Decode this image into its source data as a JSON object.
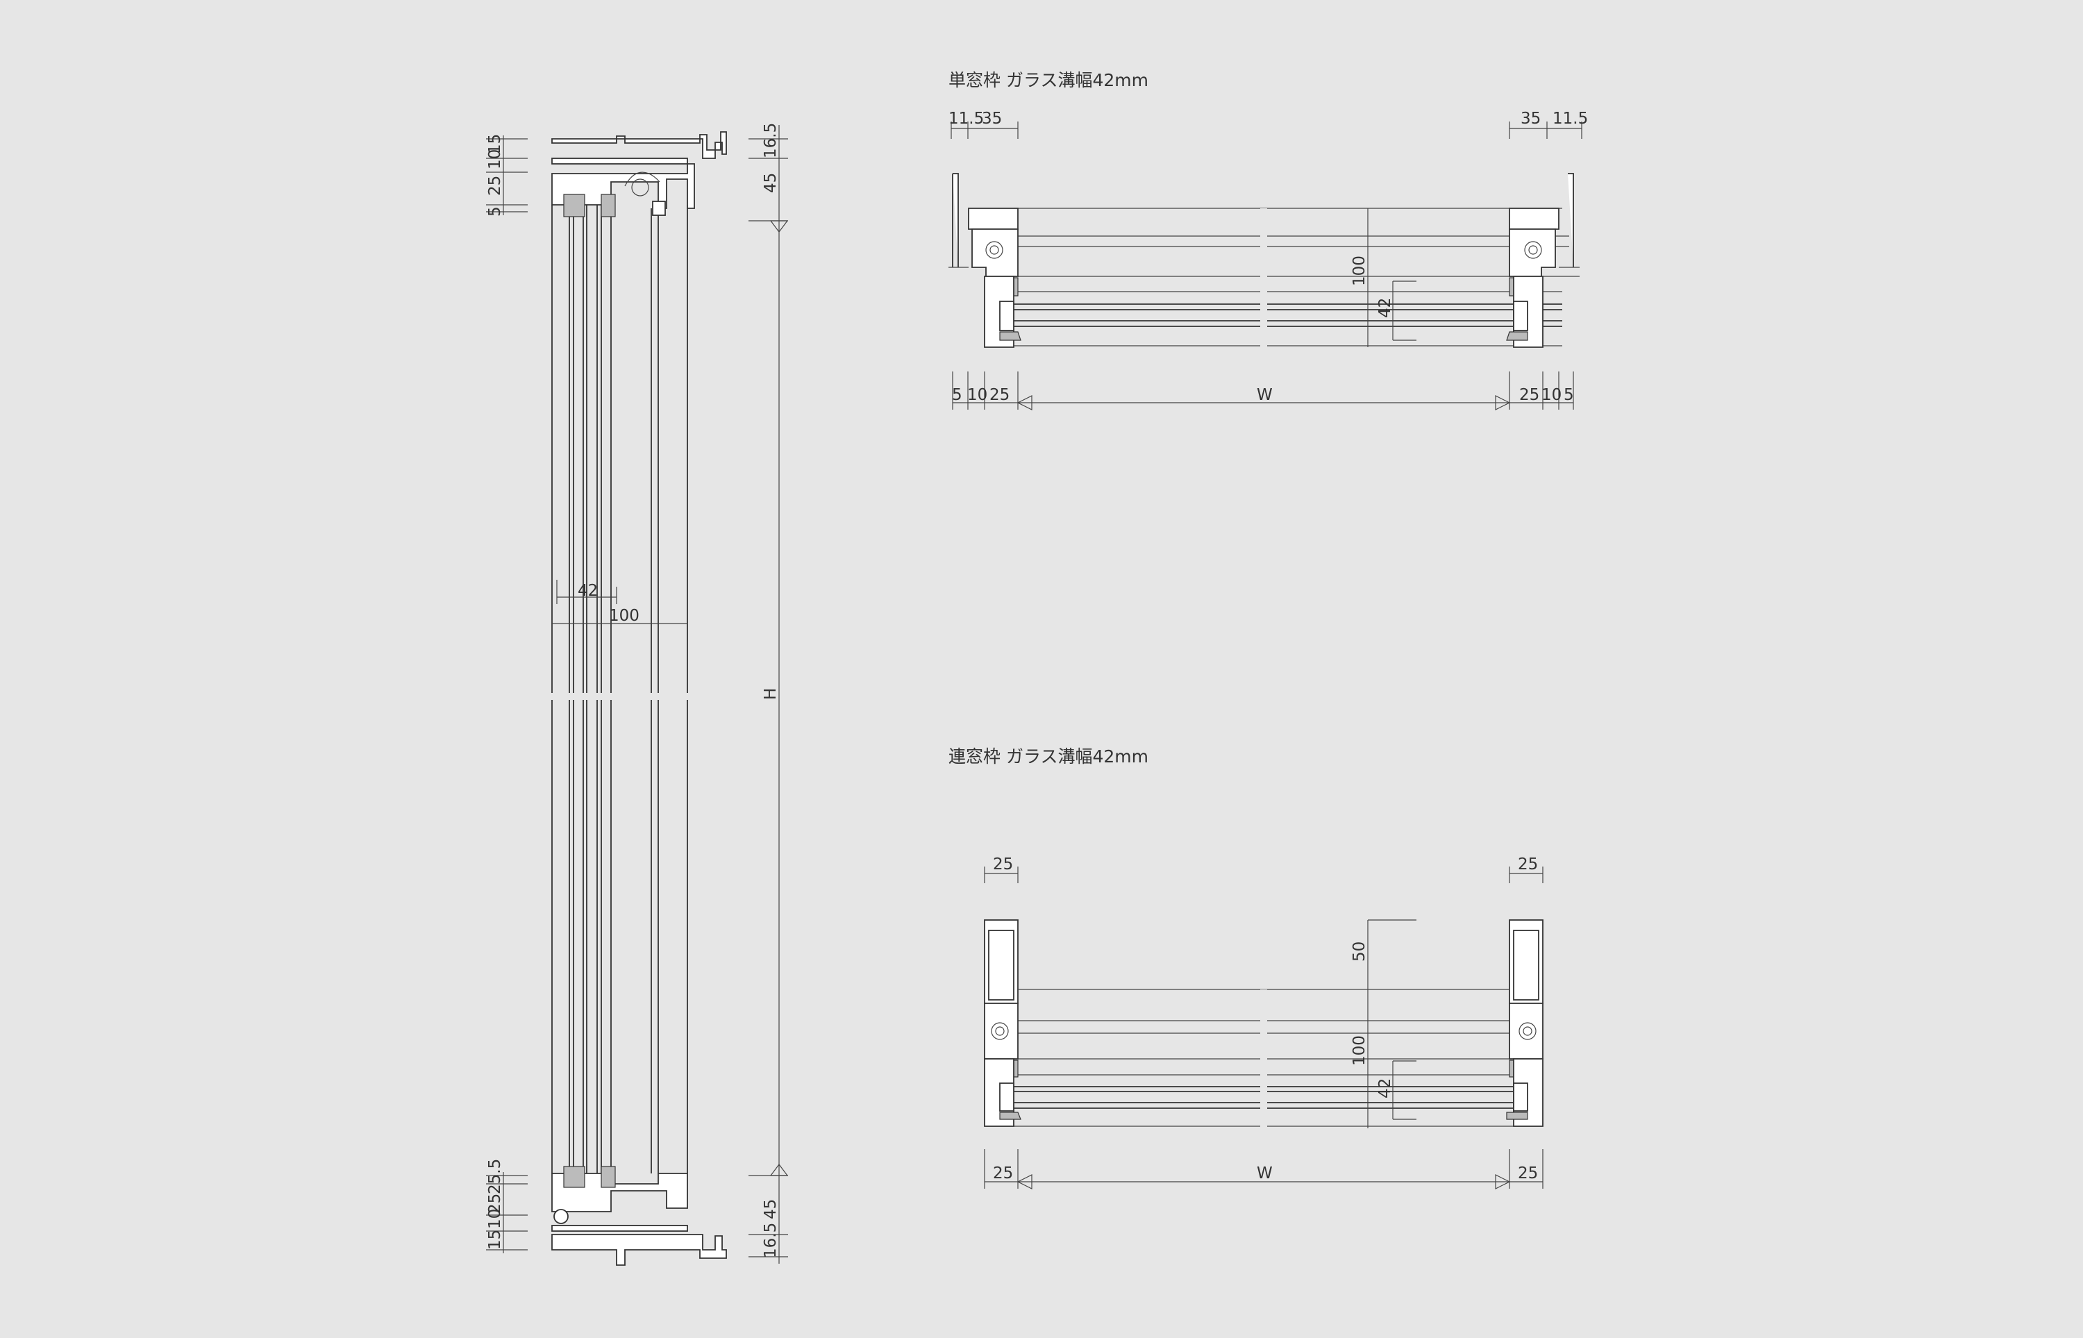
{
  "titles": {
    "single": "単窓枠 ガラス溝幅42mm",
    "multi": "連窓枠 ガラス溝幅42mm"
  },
  "vertical_section": {
    "left_dims_top": [
      "15",
      "10",
      "25",
      "5"
    ],
    "right_dims_top": [
      "16.5",
      "45"
    ],
    "left_dims_bottom": [
      "25.5",
      "25",
      "10",
      "15"
    ],
    "right_dims_bottom": [
      "45",
      "16.5"
    ],
    "height_label": "H",
    "glass_width": "42",
    "frame_depth": "100"
  },
  "single_frame": {
    "top_left_dims": [
      "11.5",
      "35"
    ],
    "top_right_dims": [
      "35",
      "11.5"
    ],
    "depth": "100",
    "glass": "42",
    "bottom_left_dims": [
      "5",
      "10",
      "25"
    ],
    "width_label": "W",
    "bottom_right_dims": [
      "25",
      "10",
      "5"
    ]
  },
  "multi_frame": {
    "top_left_dim": "25",
    "top_right_dim": "25",
    "extension": "50",
    "depth": "100",
    "glass": "42",
    "bottom_left_dim": "25",
    "width_label": "W",
    "bottom_right_dim": "25"
  }
}
